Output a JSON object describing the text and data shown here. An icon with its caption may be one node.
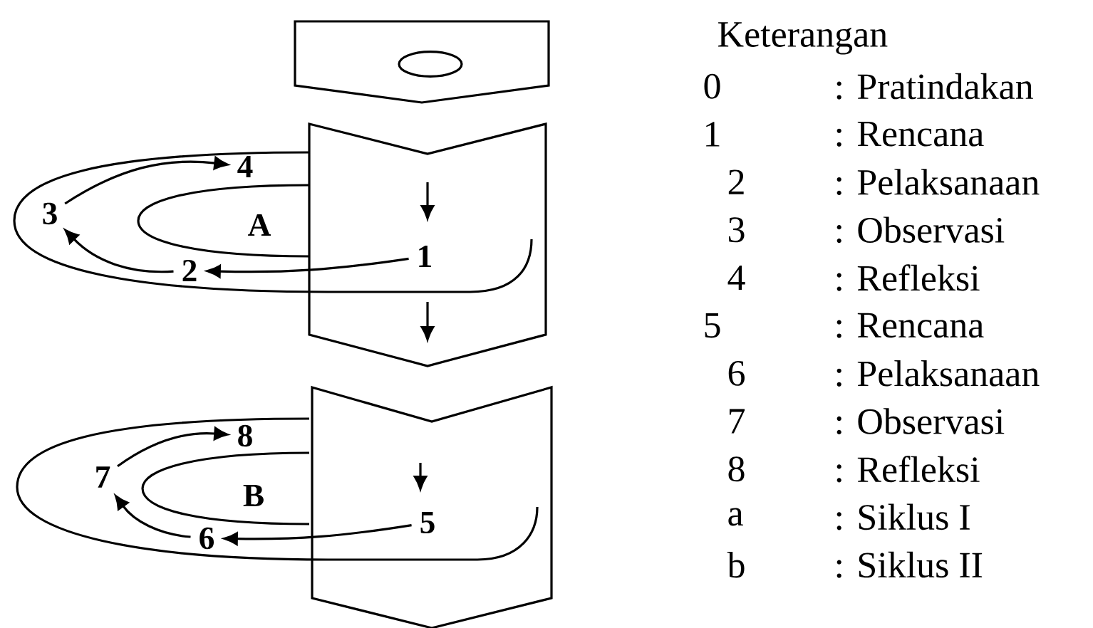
{
  "diagram": {
    "nodes": [
      {
        "text": [],
        "shape": "box"
      },
      {
        "text": [],
        "shape": "circle",
        "in": 0
      },
      {
        "text": [],
        "shape": "box"
      },
      {
        "text": [
          "1"
        ],
        "in": 2
      },
      {
        "text": [
          "2"
        ]
      },
      {
        "text": [
          "3"
        ]
      },
      {
        "text": [
          "4"
        ]
      },
      {
        "text": [
          "A"
        ]
      },
      {
        "text": [],
        "shape": "box"
      },
      {
        "text": [
          "5"
        ],
        "in": 8
      },
      {
        "text": [
          "6"
        ]
      },
      {
        "text": [
          "7"
        ]
      },
      {
        "text": [
          "8"
        ]
      },
      {
        "text": [
          "B"
        ]
      }
    ],
    "edges": [
      {
        "from": 3,
        "to": 4,
        "arrow": "to"
      },
      {
        "from": 4,
        "to": 5,
        "arrow": "to"
      },
      {
        "from": 5,
        "to": 6,
        "arrow": "to"
      },
      {
        "from": 9,
        "to": 10,
        "arrow": "to"
      },
      {
        "from": 10,
        "to": 11,
        "arrow": "to"
      },
      {
        "from": 11,
        "to": 12,
        "arrow": "to"
      }
    ],
    "labels": [
      "Keterangan",
      "0",
      ": Pratindakan",
      "1",
      ": Rencana",
      "2",
      ": Pelaksanaan",
      "3",
      ": Observasi",
      "4",
      ": Refleksi",
      "5",
      ": Rencana",
      "6",
      ": Pelaksanaan",
      "7",
      ": Observasi",
      "8",
      ": Refleksi",
      "a",
      ": Siklus I",
      "b",
      ": Siklus II"
    ]
  }
}
